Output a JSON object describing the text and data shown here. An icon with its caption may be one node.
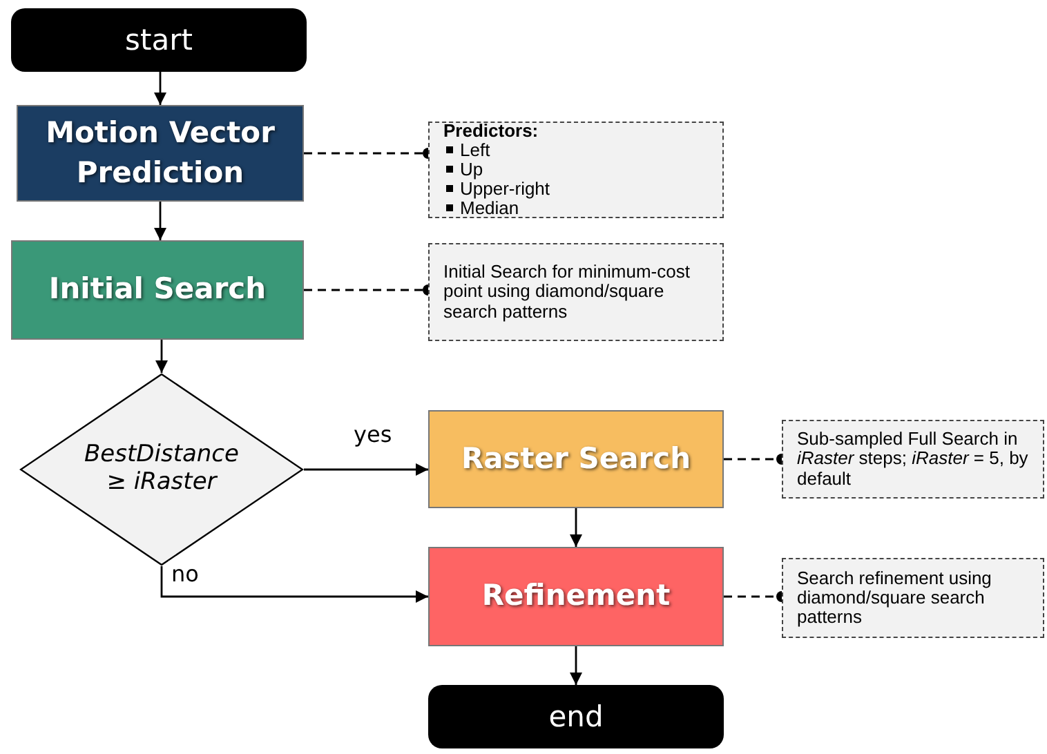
{
  "diagram": {
    "nodes": [
      {
        "text": [
          "start"
        ]
      },
      {
        "text": [
          "Motion Vector Prediction"
        ]
      },
      {
        "text": [
          "Initial Search"
        ]
      },
      {
        "text": [
          "BestDistance ≥ iRaster"
        ]
      },
      {
        "text": [
          "Raster Search"
        ]
      },
      {
        "text": [
          "Refinement"
        ]
      },
      {
        "text": [
          "end"
        ]
      },
      {
        "text": [
          "Predictors:",
          "Left",
          "Up",
          "Upper-right",
          "Median"
        ]
      },
      {
        "text": [
          "Initial Search for minimum-cost point using diamond/square search patterns"
        ]
      },
      {
        "text": [
          "Sub-sampled Full Search in *iRaster* steps; *iRaster* = 5, by default"
        ]
      },
      {
        "text": [
          "Search refinement using diamond/square search patterns"
        ]
      }
    ],
    "edges": [
      {
        "from": 0,
        "to": 1,
        "arrow": "to"
      },
      {
        "from": 1,
        "to": 2,
        "arrow": "to"
      },
      {
        "from": 2,
        "to": 3,
        "arrow": "to"
      },
      {
        "from": 3,
        "to": 4,
        "arrow": "to",
        "label": "yes"
      },
      {
        "from": 3,
        "to": 5,
        "arrow": "to",
        "label": "no"
      },
      {
        "from": 4,
        "to": 5,
        "arrow": "to"
      },
      {
        "from": 5,
        "to": 6,
        "arrow": "to"
      },
      {
        "from": 1,
        "to": 7,
        "arrow": "other",
        "style": "dashed"
      },
      {
        "from": 2,
        "to": 8,
        "arrow": "other",
        "style": "dashed"
      },
      {
        "from": 4,
        "to": 9,
        "arrow": "other",
        "style": "dashed"
      },
      {
        "from": 5,
        "to": 10,
        "arrow": "other",
        "style": "dashed"
      }
    ]
  }
}
